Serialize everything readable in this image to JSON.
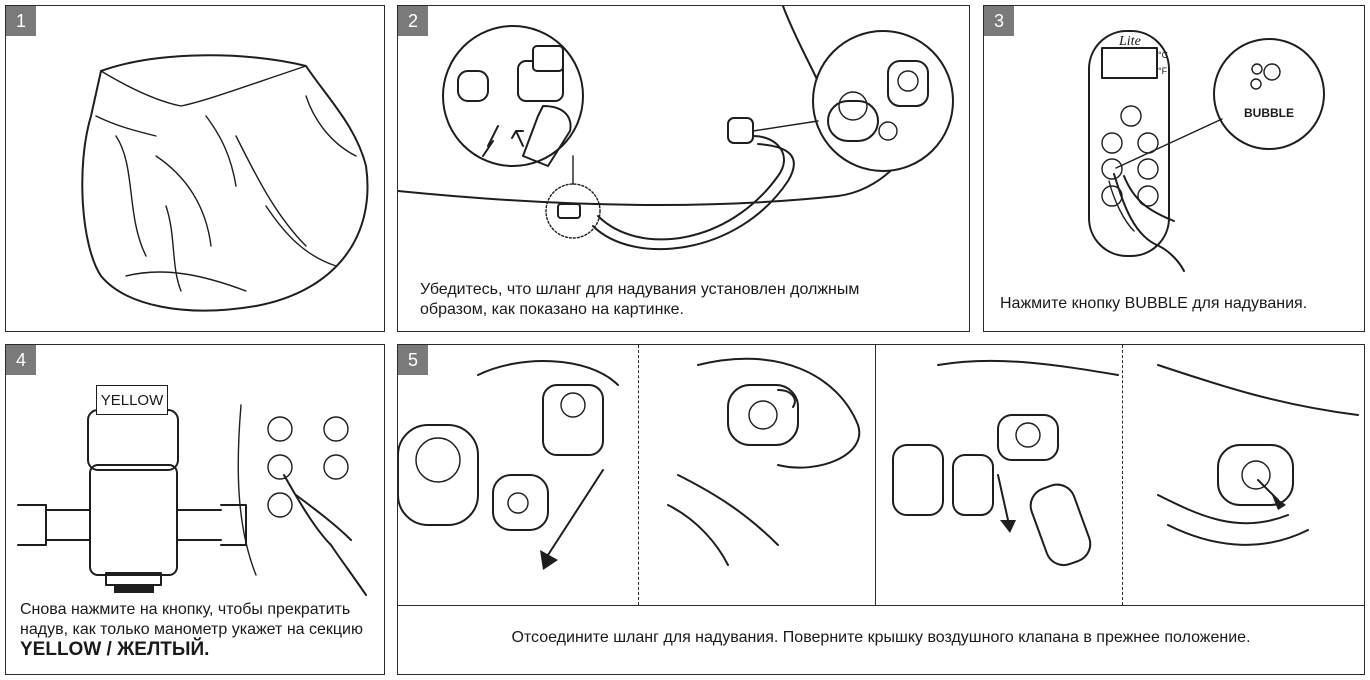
{
  "steps": [
    {
      "number": "1"
    },
    {
      "number": "2",
      "caption": "Убедитесь, что шланг для надувания установлен должным образом, как показано на картинке."
    },
    {
      "number": "3",
      "caption": "Нажмите кнопку BUBBLE для надувания.",
      "remote_logo": "Lite",
      "unit_c": "°C",
      "unit_f": "°F",
      "bubble_label": "BUBBLE"
    },
    {
      "number": "4",
      "gauge_label": "YELLOW",
      "caption_prefix": "Снова нажмите на кнопку, чтобы прекратить надув, как только манометр укажет на секцию",
      "caption_bold": "YELLOW / ЖЕЛТЫЙ."
    },
    {
      "number": "5",
      "caption": "Отсоедините шланг для надувания. Поверните крышку воздушного клапана в прежнее положение."
    }
  ]
}
